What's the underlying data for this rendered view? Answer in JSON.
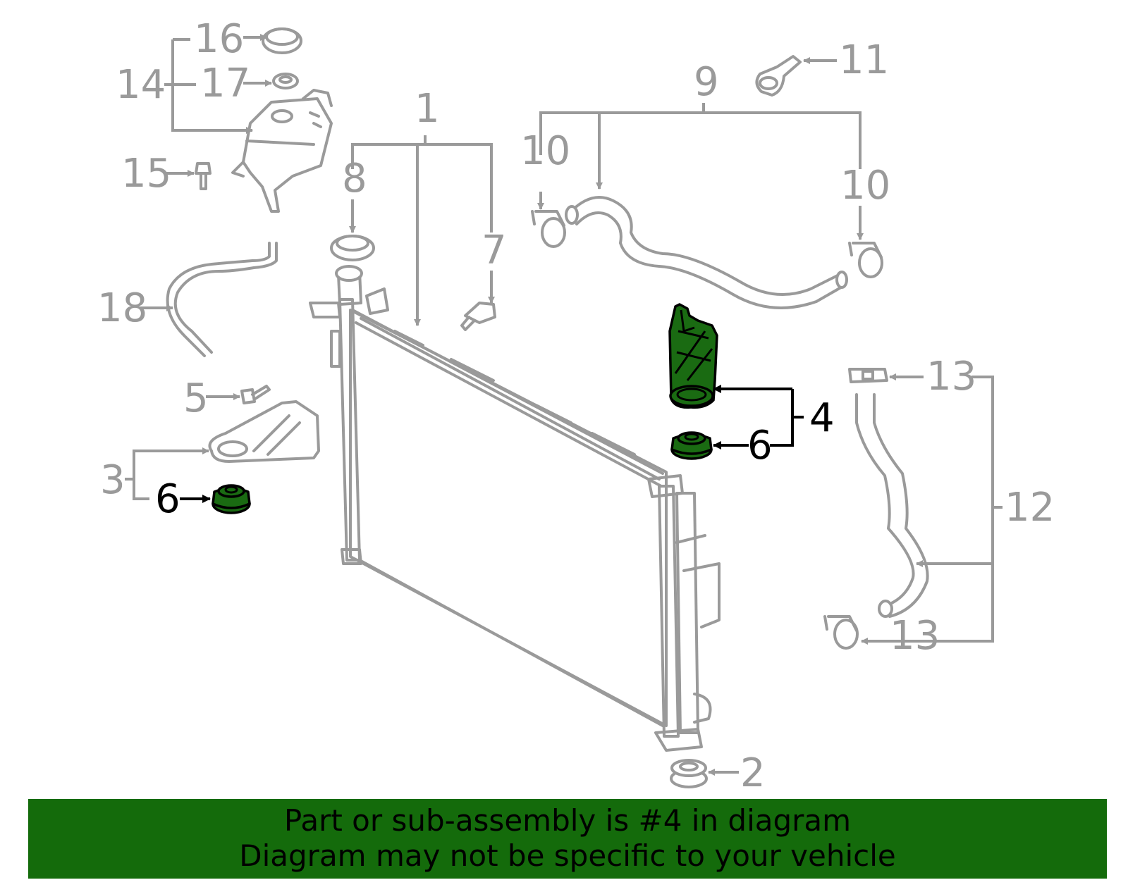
{
  "callouts": {
    "n1": "1",
    "n2": "2",
    "n3": "3",
    "n4": "4",
    "n5": "5",
    "n6a": "6",
    "n6b": "6",
    "n7": "7",
    "n8": "8",
    "n9": "9",
    "n10a": "10",
    "n10b": "10",
    "n11": "11",
    "n12": "12",
    "n13a": "13",
    "n13b": "13",
    "n14": "14",
    "n15": "15",
    "n16": "16",
    "n17": "17",
    "n18": "18"
  },
  "highlighted_part": "4",
  "colors": {
    "highlight": "#1a6b12",
    "banner": "#146b0b",
    "line_gray": "#9a9a9a"
  },
  "banner": {
    "line1": "Part or sub-assembly is #4 in diagram",
    "line2": "Diagram may not be specific to your vehicle"
  }
}
